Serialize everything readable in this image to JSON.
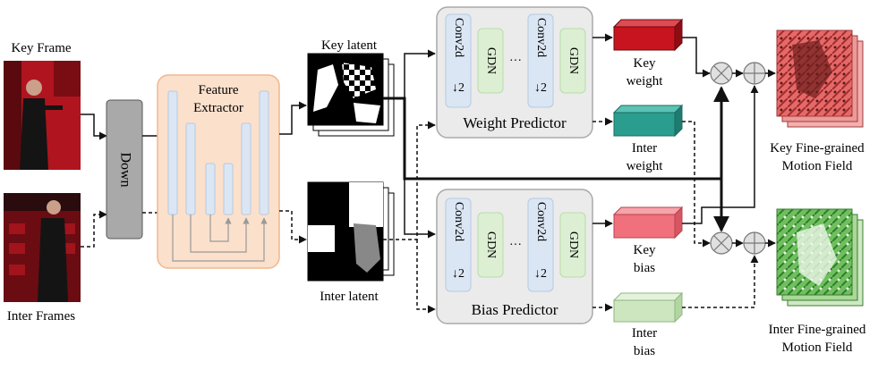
{
  "inputs": {
    "key_frame": "Key Frame",
    "inter_frames": "Inter Frames"
  },
  "down_block": {
    "label": "Down"
  },
  "feature_extractor": {
    "line1": "Feature",
    "line2": "Extractor"
  },
  "latents": {
    "key": "Key latent",
    "inter": "Inter latent"
  },
  "weight_predictor": {
    "title": "Weight Predictor",
    "conv1": "Conv2d",
    "conv2": "Conv2d",
    "gdn1": "GDN",
    "gdn2": "GDN",
    "down": "↓2",
    "ellipsis": "···"
  },
  "bias_predictor": {
    "title": "Bias Predictor",
    "conv1": "Conv2d",
    "conv2": "Conv2d",
    "gdn1": "GDN",
    "gdn2": "GDN",
    "down": "↓2",
    "ellipsis": "···"
  },
  "outputs": {
    "key_weight": {
      "line1": "Key",
      "line2": "weight"
    },
    "inter_weight": {
      "line1": "Inter",
      "line2": "weight"
    },
    "key_bias": {
      "line1": "Key",
      "line2": "bias"
    },
    "inter_bias": {
      "line1": "Inter",
      "line2": "bias"
    }
  },
  "motion_fields": {
    "key": {
      "line1": "Key Fine-grained",
      "line2": "Motion Field"
    },
    "inter": {
      "line1": "Inter Fine-grained",
      "line2": "Motion Field"
    }
  },
  "colors": {
    "key_weight": "#c8141e",
    "inter_weight": "#2a9d8f",
    "key_bias": "#f0707c",
    "inter_bias": "#cde6c0",
    "extractor_bg": "#fbe0cc",
    "predictor_bg": "#ebebeb",
    "conv_bg": "#dbe6f4",
    "gdn_bg": "#dcefd3"
  }
}
